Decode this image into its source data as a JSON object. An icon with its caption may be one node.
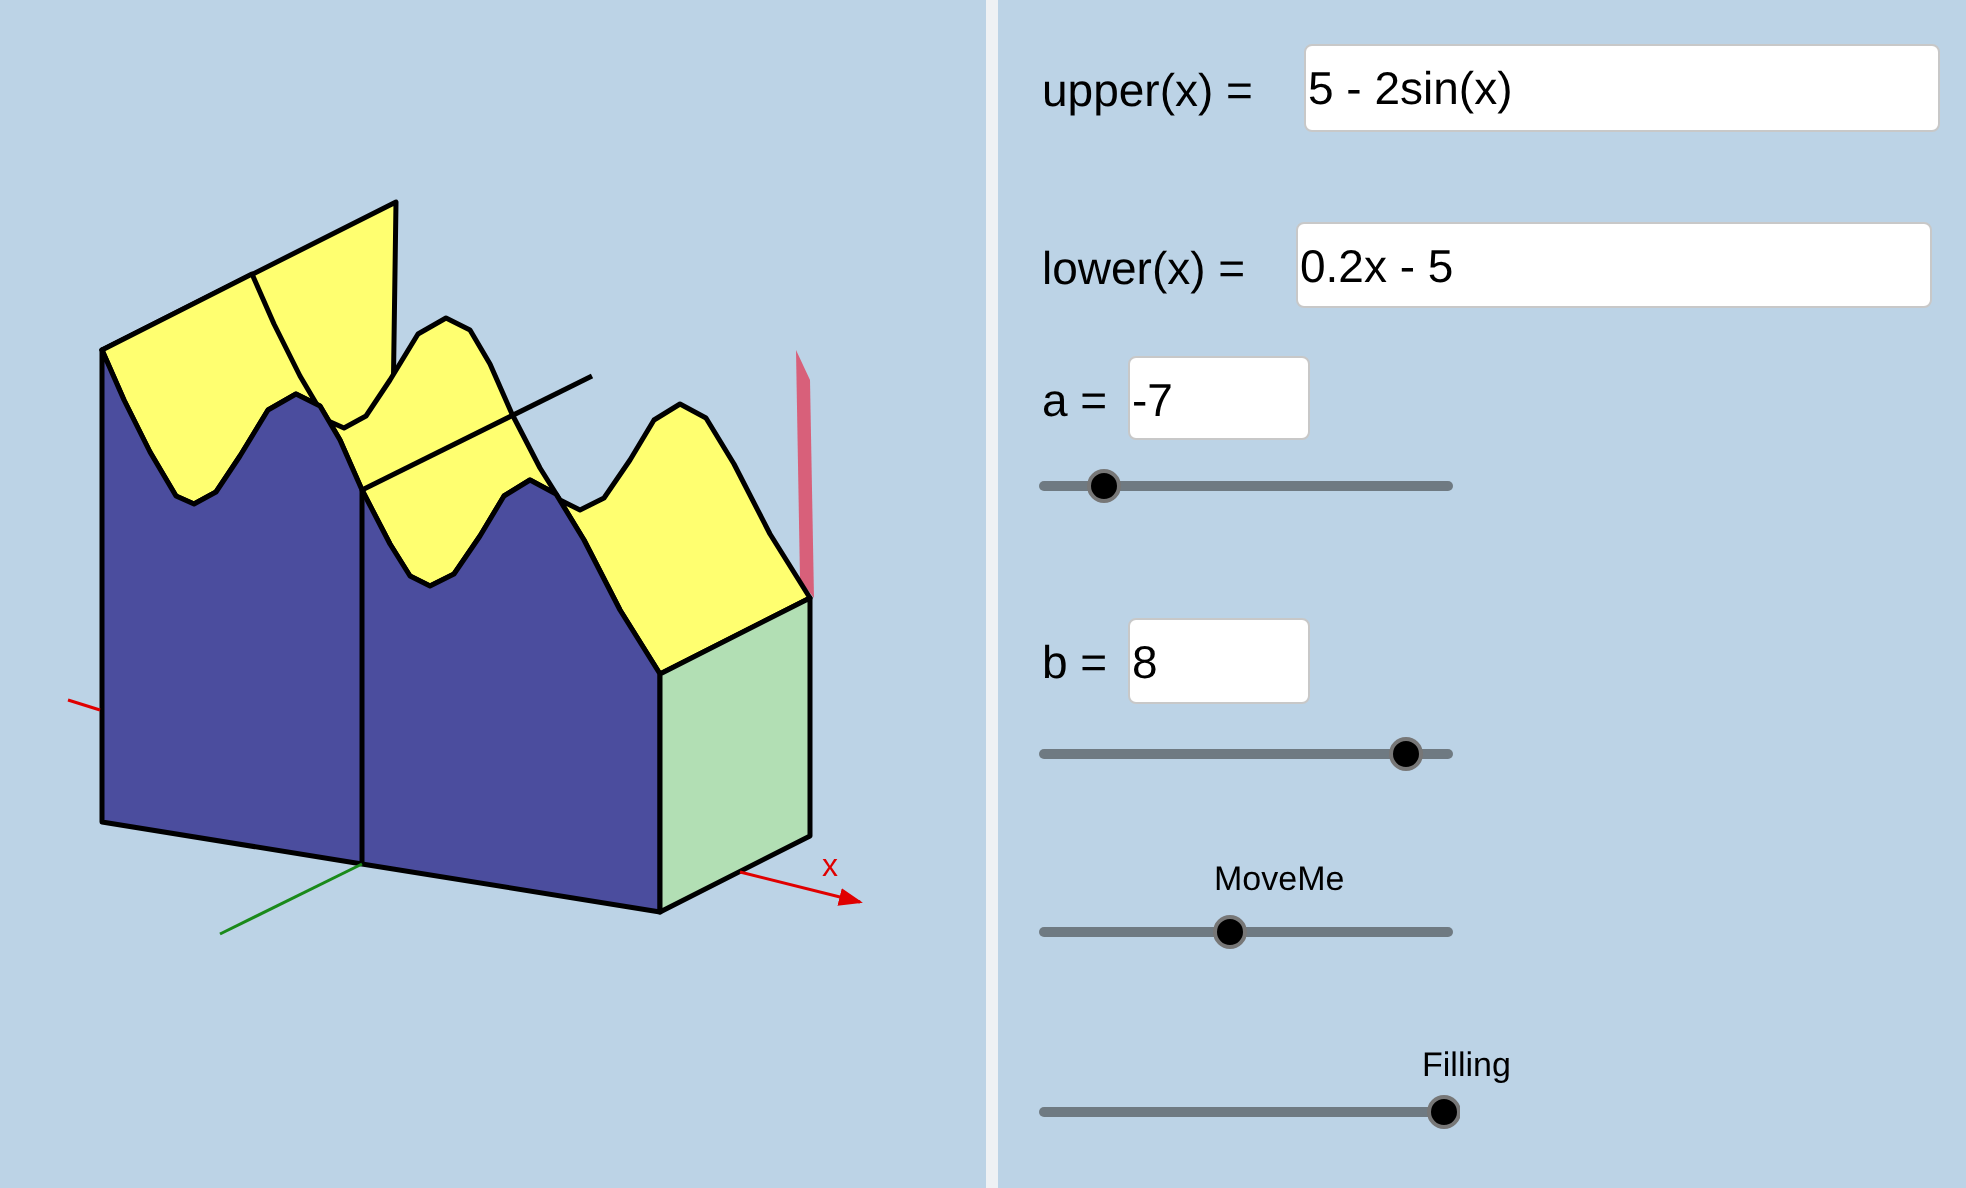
{
  "diagram": {
    "labels": [
      "upper(x) =",
      "5 - 2sin(x)",
      "lower(x) =",
      "0.2x - 5",
      "a =",
      "-7",
      "b =",
      "8",
      "x",
      "MoveMe",
      "Filling"
    ]
  }
}
